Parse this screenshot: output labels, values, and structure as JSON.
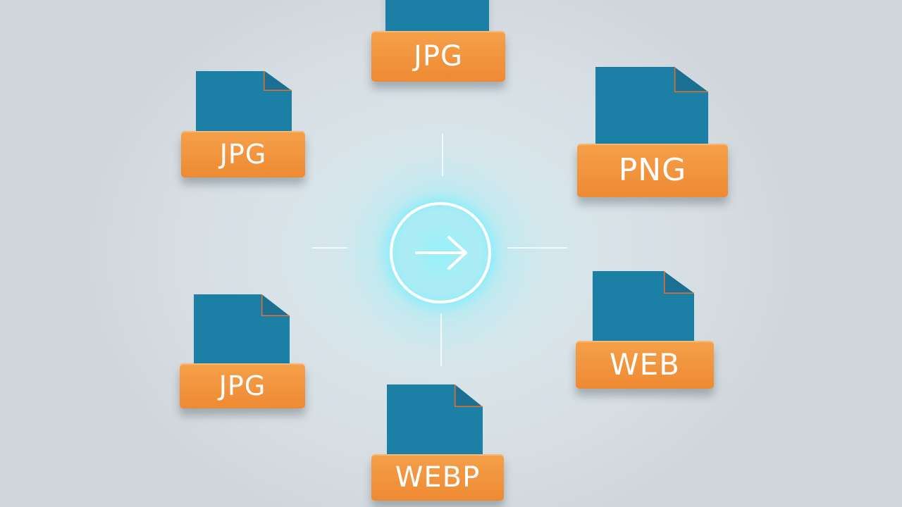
{
  "center": {
    "icon": "arrow-right-icon",
    "glow_color": "#8ff0fa"
  },
  "colors": {
    "file_body": "#1c7fa6",
    "label": "#f0903a",
    "fold_edge": "#e8702a"
  },
  "files": [
    {
      "label": "JPG",
      "icon": "file-icon"
    },
    {
      "label": "JPG",
      "icon": "file-icon"
    },
    {
      "label": "PNG",
      "icon": "file-icon"
    },
    {
      "label": "JPG",
      "icon": "file-icon"
    },
    {
      "label": "WEB",
      "icon": "file-icon"
    },
    {
      "label": "WEBP",
      "icon": "file-icon"
    }
  ]
}
